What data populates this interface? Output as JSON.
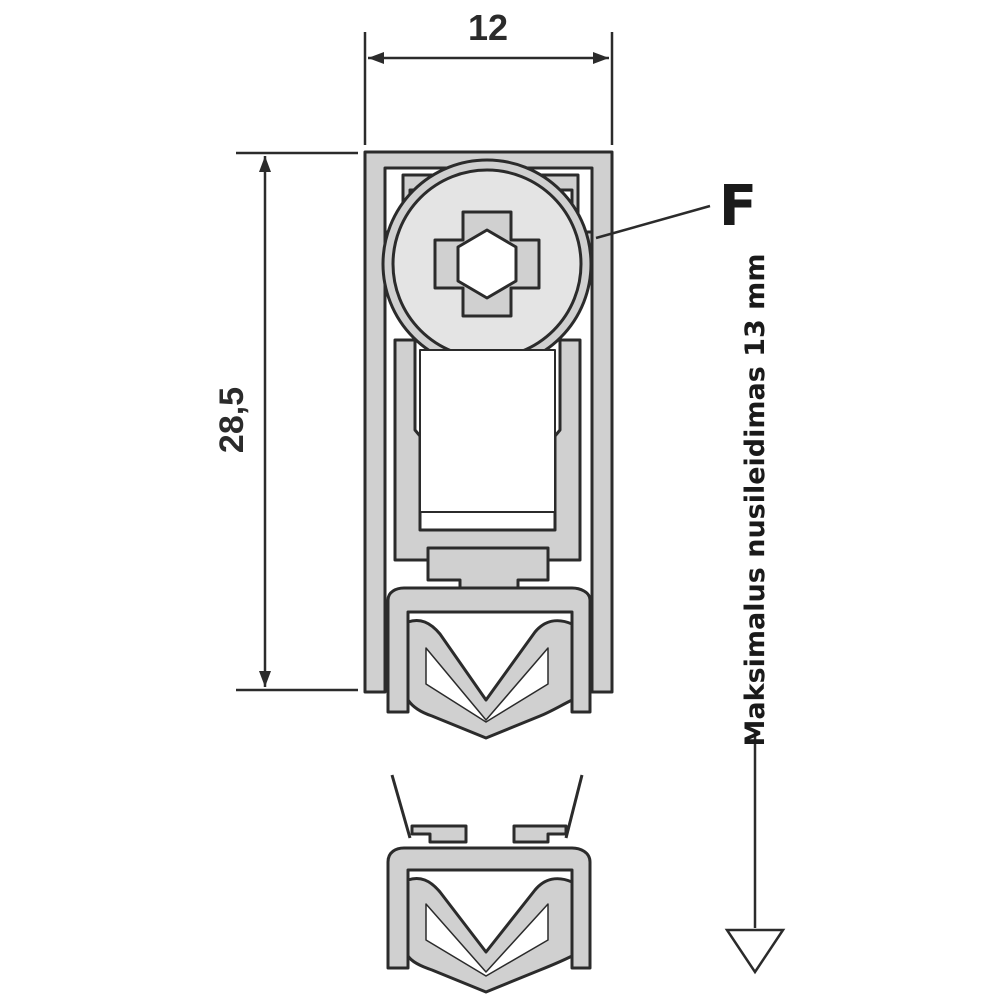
{
  "dimensions": {
    "width_label": "12",
    "height_label": "28,5"
  },
  "callout": {
    "label": "F"
  },
  "drop_note": {
    "text": "Maksimalus nusileidimas 13 mm"
  },
  "colors": {
    "line": "#2b2b2b",
    "profile_fill": "#d0d0d0",
    "background": "#ffffff"
  }
}
